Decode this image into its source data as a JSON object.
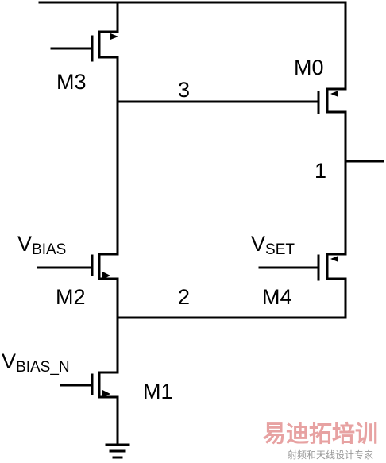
{
  "transistors": {
    "m0": "M0",
    "m1": "M1",
    "m2": "M2",
    "m3": "M3",
    "m4": "M4"
  },
  "nodes": {
    "n1": "1",
    "n2": "2",
    "n3": "3"
  },
  "inputs": {
    "vbias": {
      "main": "V",
      "sub": "BIAS"
    },
    "vbias_n": {
      "main": "V",
      "sub": "BIAS_N"
    },
    "vset": {
      "main": "V",
      "sub": "SET"
    }
  },
  "watermark": {
    "title": "易迪拓培训",
    "subtitle": "射频和天线设计专家"
  }
}
